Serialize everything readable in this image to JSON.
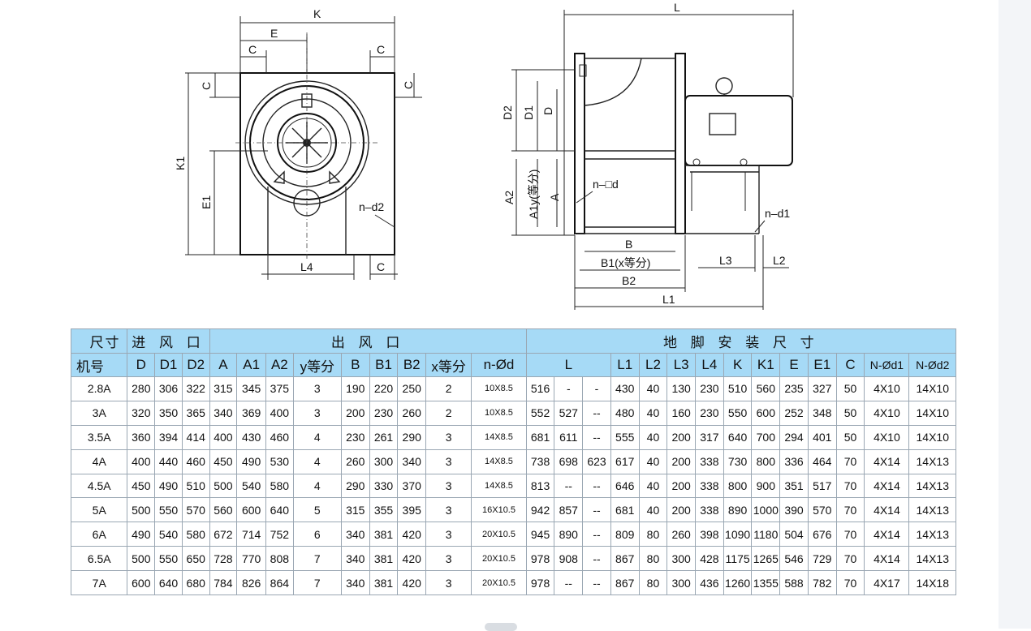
{
  "drawing_labels": {
    "front": [
      "K",
      "E",
      "C",
      "C",
      "C",
      "C",
      "K1",
      "E1",
      "n–d2",
      "L4",
      "C"
    ],
    "side": [
      "L",
      "D2",
      "D1",
      "D",
      "A2",
      "A1y(等分)",
      "A",
      "n–□d",
      "n–d1",
      "B",
      "B1(x等分)",
      "B2",
      "L1",
      "L3",
      "L2"
    ]
  },
  "table": {
    "corner_top": "尺寸",
    "corner_bottom": "机号",
    "groups": [
      "进 风 口",
      "出 风 口",
      "地 脚 安 装 尺 寸"
    ],
    "columns": [
      "D",
      "D1",
      "D2",
      "A",
      "A1",
      "A2",
      "y等分",
      "B",
      "B1",
      "B2",
      "x等分",
      "n-Ød",
      "L",
      "L1",
      "L2",
      "L3",
      "L4",
      "K",
      "K1",
      "E",
      "E1",
      "C",
      "N-Ød1",
      "N-Ød2"
    ],
    "rows": [
      [
        "2.8A",
        "280",
        "306",
        "322",
        "315",
        "345",
        "375",
        "3",
        "190",
        "220",
        "250",
        "2",
        "10X8.5",
        "516",
        "-",
        "-",
        "430",
        "40",
        "130",
        "230",
        "510",
        "560",
        "235",
        "327",
        "50",
        "4X10",
        "14X10"
      ],
      [
        "3A",
        "320",
        "350",
        "365",
        "340",
        "369",
        "400",
        "3",
        "200",
        "230",
        "260",
        "2",
        "10X8.5",
        "552",
        "527",
        "--",
        "480",
        "40",
        "160",
        "230",
        "550",
        "600",
        "252",
        "348",
        "50",
        "4X10",
        "14X10"
      ],
      [
        "3.5A",
        "360",
        "394",
        "414",
        "400",
        "430",
        "460",
        "4",
        "230",
        "261",
        "290",
        "3",
        "14X8.5",
        "681",
        "611",
        "--",
        "555",
        "40",
        "200",
        "317",
        "640",
        "700",
        "294",
        "401",
        "50",
        "4X10",
        "14X10"
      ],
      [
        "4A",
        "400",
        "440",
        "460",
        "450",
        "490",
        "530",
        "4",
        "260",
        "300",
        "340",
        "3",
        "14X8.5",
        "738",
        "698",
        "623",
        "617",
        "40",
        "200",
        "338",
        "730",
        "800",
        "336",
        "464",
        "70",
        "4X14",
        "14X13"
      ],
      [
        "4.5A",
        "450",
        "490",
        "510",
        "500",
        "540",
        "580",
        "4",
        "290",
        "330",
        "370",
        "3",
        "14X8.5",
        "813",
        "--",
        "--",
        "646",
        "40",
        "200",
        "338",
        "800",
        "900",
        "351",
        "517",
        "70",
        "4X14",
        "14X13"
      ],
      [
        "5A",
        "500",
        "550",
        "570",
        "560",
        "600",
        "640",
        "5",
        "315",
        "355",
        "395",
        "3",
        "16X10.5",
        "942",
        "857",
        "--",
        "681",
        "40",
        "200",
        "338",
        "890",
        "1000",
        "390",
        "570",
        "70",
        "4X14",
        "14X13"
      ],
      [
        "6A",
        "490",
        "540",
        "580",
        "672",
        "714",
        "752",
        "6",
        "340",
        "381",
        "420",
        "3",
        "20X10.5",
        "945",
        "890",
        "--",
        "809",
        "80",
        "260",
        "398",
        "1090",
        "1180",
        "504",
        "676",
        "70",
        "4X14",
        "14X13"
      ],
      [
        "6.5A",
        "500",
        "550",
        "650",
        "728",
        "770",
        "808",
        "7",
        "340",
        "381",
        "420",
        "3",
        "20X10.5",
        "978",
        "908",
        "--",
        "867",
        "80",
        "300",
        "428",
        "1175",
        "1265",
        "546",
        "729",
        "70",
        "4X14",
        "14X13"
      ],
      [
        "7A",
        "600",
        "640",
        "680",
        "784",
        "826",
        "864",
        "7",
        "340",
        "381",
        "420",
        "3",
        "20X10.5",
        "978",
        "--",
        "--",
        "867",
        "80",
        "300",
        "436",
        "1260",
        "1355",
        "588",
        "782",
        "70",
        "4X17",
        "14X18"
      ]
    ]
  }
}
